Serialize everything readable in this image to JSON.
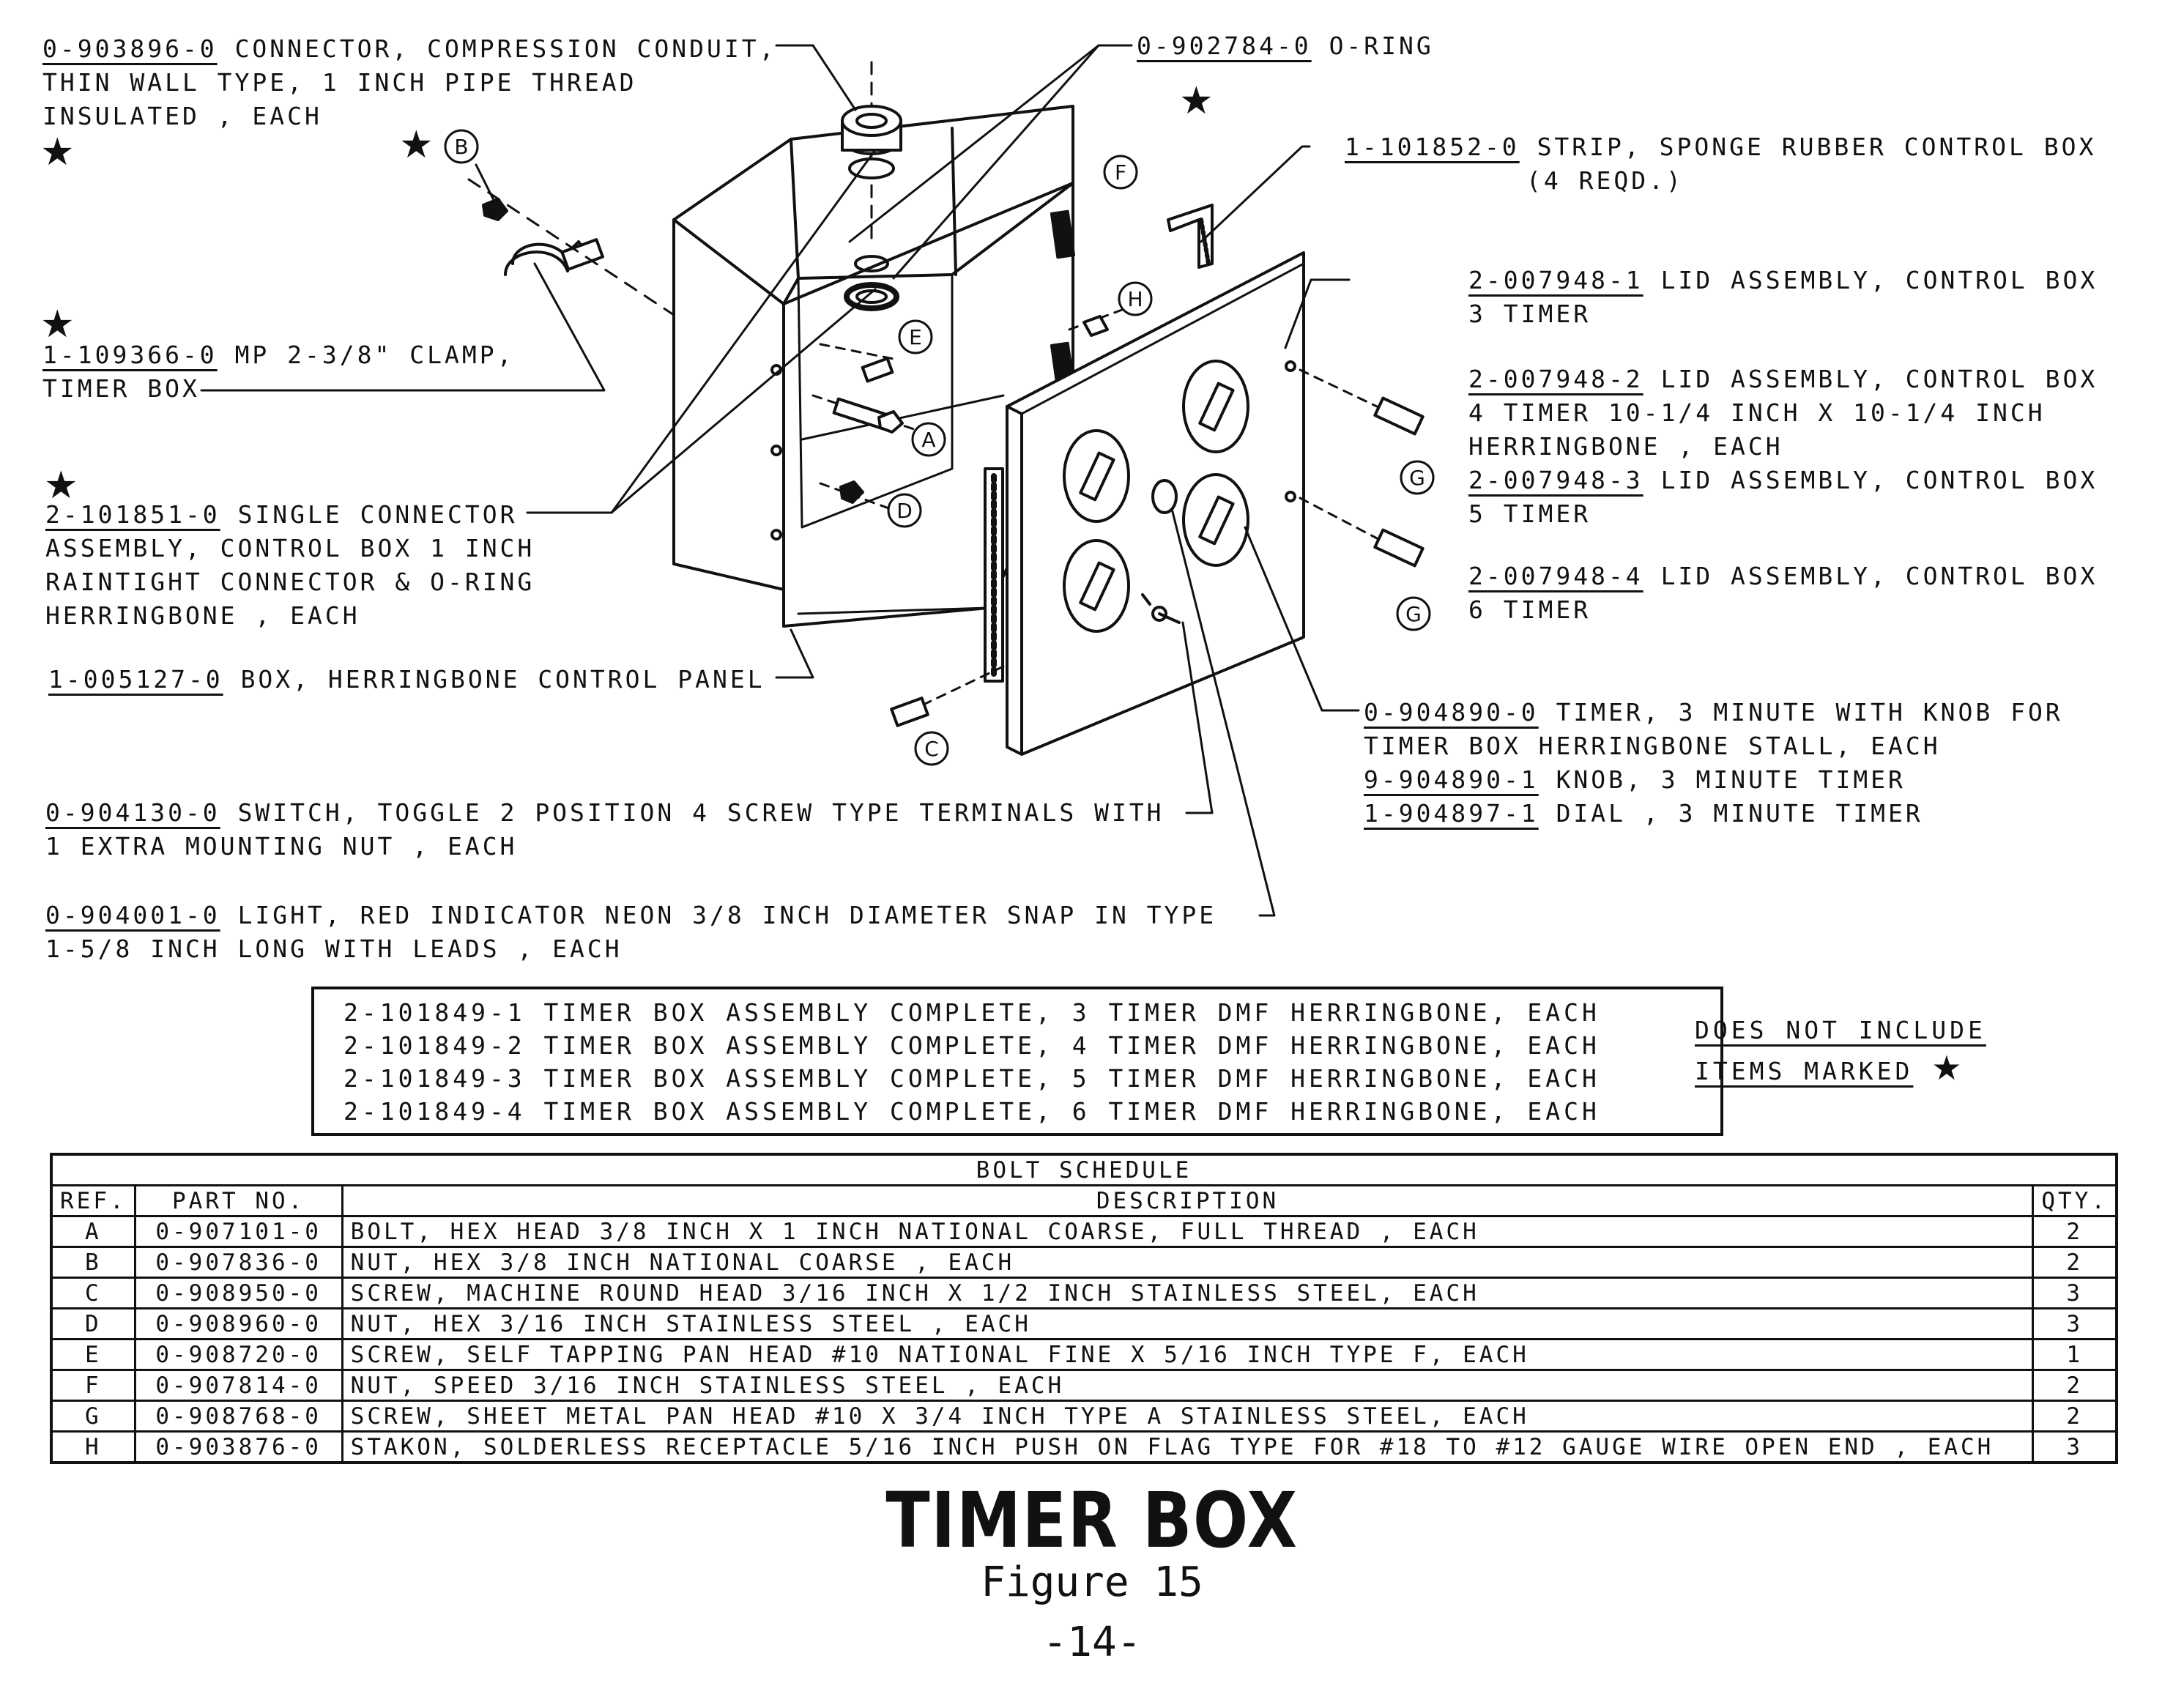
{
  "callouts": {
    "connector": {
      "part": "0-903896-0",
      "lines": [
        "CONNECTOR, COMPRESSION CONDUIT,",
        "THIN WALL TYPE, 1 INCH PIPE THREAD",
        "INSULATED , EACH"
      ]
    },
    "oring": {
      "part": "0-902784-0",
      "desc": "O-RING"
    },
    "strip": {
      "part": "1-101852-0",
      "desc": "STRIP, SPONGE RUBBER CONTROL BOX",
      "line2": "(4 REQD.)"
    },
    "lid1": {
      "part": "2-007948-1",
      "desc": "LID ASSEMBLY, CONTROL BOX",
      "line2": "3 TIMER"
    },
    "lid2": {
      "part": "2-007948-2",
      "desc": "LID ASSEMBLY, CONTROL BOX",
      "line2": "4 TIMER 10-1/4 INCH X 10-1/4 INCH",
      "line3": "HERRINGBONE , EACH"
    },
    "lid3": {
      "part": "2-007948-3",
      "desc": "LID ASSEMBLY, CONTROL BOX",
      "line2": "5 TIMER"
    },
    "lid4": {
      "part": "2-007948-4",
      "desc": "LID ASSEMBLY, CONTROL BOX",
      "line2": "6 TIMER"
    },
    "clamp": {
      "part": "1-109366-0",
      "desc": "MP 2-3/8\" CLAMP,",
      "line2": "TIMER BOX"
    },
    "single_connector": {
      "part": "2-101851-0",
      "desc": "SINGLE CONNECTOR",
      "lines": [
        "ASSEMBLY, CONTROL BOX 1 INCH",
        "RAINTIGHT CONNECTOR & O-RING",
        "HERRINGBONE , EACH"
      ]
    },
    "box": {
      "part": "1-005127-0",
      "desc": "BOX, HERRINGBONE CONTROL PANEL"
    },
    "timer": {
      "part": "0-904890-0",
      "desc": "TIMER, 3 MINUTE WITH KNOB FOR",
      "line2": "TIMER BOX HERRINGBONE STALL, EACH"
    },
    "knob": {
      "part": "9-904890-1",
      "desc": "KNOB, 3 MINUTE TIMER"
    },
    "dial": {
      "part": "1-904897-1",
      "desc": "DIAL , 3 MINUTE TIMER"
    },
    "switch": {
      "part": "0-904130-0",
      "desc": "SWITCH, TOGGLE 2 POSITION 4 SCREW TYPE TERMINALS WITH",
      "line2": "1 EXTRA MOUNTING NUT , EACH"
    },
    "light": {
      "part": "0-904001-0",
      "desc": "LIGHT, RED INDICATOR NEON 3/8 INCH DIAMETER SNAP IN TYPE",
      "line2": "1-5/8 INCH LONG WITH LEADS , EACH"
    }
  },
  "ref_letters": {
    "a": "A",
    "b": "B",
    "c": "C",
    "d": "D",
    "e": "E",
    "f": "F",
    "g": "G",
    "h": "H"
  },
  "star_glyph": "★",
  "assemblies": [
    "2-101849-1 TIMER BOX ASSEMBLY COMPLETE, 3 TIMER DMF HERRINGBONE, EACH",
    "2-101849-2 TIMER BOX ASSEMBLY COMPLETE, 4 TIMER DMF HERRINGBONE, EACH",
    "2-101849-3 TIMER BOX ASSEMBLY COMPLETE, 5 TIMER DMF HERRINGBONE, EACH",
    "2-101849-4 TIMER BOX ASSEMBLY COMPLETE, 6 TIMER DMF HERRINGBONE, EACH"
  ],
  "assembly_note": {
    "line1": "DOES NOT INCLUDE",
    "line2": "ITEMS MARKED"
  },
  "bolt_schedule": {
    "title": "BOLT SCHEDULE",
    "headers": {
      "ref": "REF.",
      "part": "PART NO.",
      "desc": "DESCRIPTION",
      "qty": "QTY."
    },
    "rows": [
      {
        "ref": "A",
        "part": "0-907101-0",
        "desc": "BOLT, HEX HEAD 3/8 INCH X 1 INCH NATIONAL COARSE, FULL THREAD , EACH",
        "qty": "2"
      },
      {
        "ref": "B",
        "part": "0-907836-0",
        "desc": "NUT, HEX 3/8 INCH NATIONAL COARSE , EACH",
        "qty": "2"
      },
      {
        "ref": "C",
        "part": "0-908950-0",
        "desc": "SCREW, MACHINE ROUND HEAD 3/16 INCH X 1/2 INCH STAINLESS STEEL, EACH",
        "qty": "3"
      },
      {
        "ref": "D",
        "part": "0-908960-0",
        "desc": "NUT, HEX 3/16 INCH STAINLESS STEEL , EACH",
        "qty": "3"
      },
      {
        "ref": "E",
        "part": "0-908720-0",
        "desc": "SCREW, SELF TAPPING PAN HEAD #10 NATIONAL FINE X 5/16 INCH TYPE F, EACH",
        "qty": "1"
      },
      {
        "ref": "F",
        "part": "0-907814-0",
        "desc": "NUT, SPEED 3/16 INCH STAINLESS STEEL , EACH",
        "qty": "2"
      },
      {
        "ref": "G",
        "part": "0-908768-0",
        "desc": "SCREW, SHEET METAL PAN HEAD #10 X 3/4 INCH TYPE A STAINLESS STEEL, EACH",
        "qty": "2"
      },
      {
        "ref": "H",
        "part": "0-903876-0",
        "desc": "STAKON, SOLDERLESS RECEPTACLE 5/16 INCH PUSH ON FLAG TYPE FOR #18 TO #12 GAUGE WIRE OPEN END , EACH",
        "qty": "3"
      }
    ]
  },
  "title": "TIMER BOX",
  "figure": "Figure 15",
  "page_number": "-14-"
}
